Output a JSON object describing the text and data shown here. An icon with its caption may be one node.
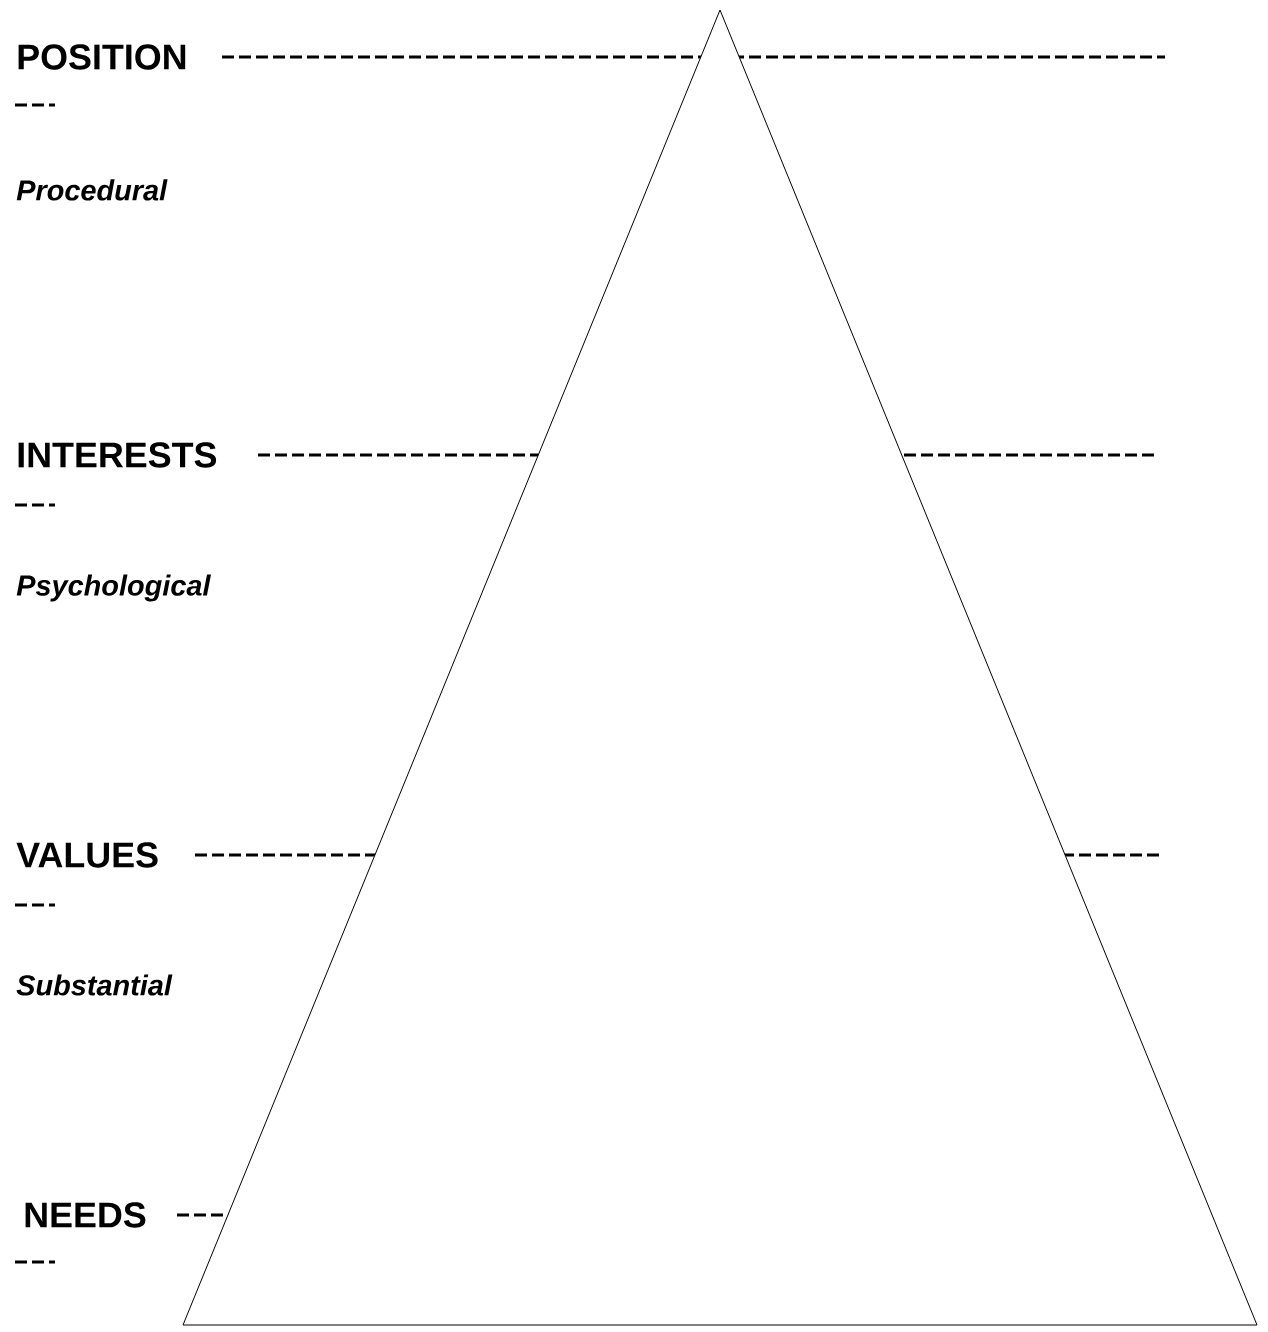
{
  "diagram": {
    "labels": [
      "POSITION",
      "Procedural",
      "INTERESTS",
      "Psychological",
      "VALUES",
      "Substantial",
      "NEEDS"
    ]
  }
}
